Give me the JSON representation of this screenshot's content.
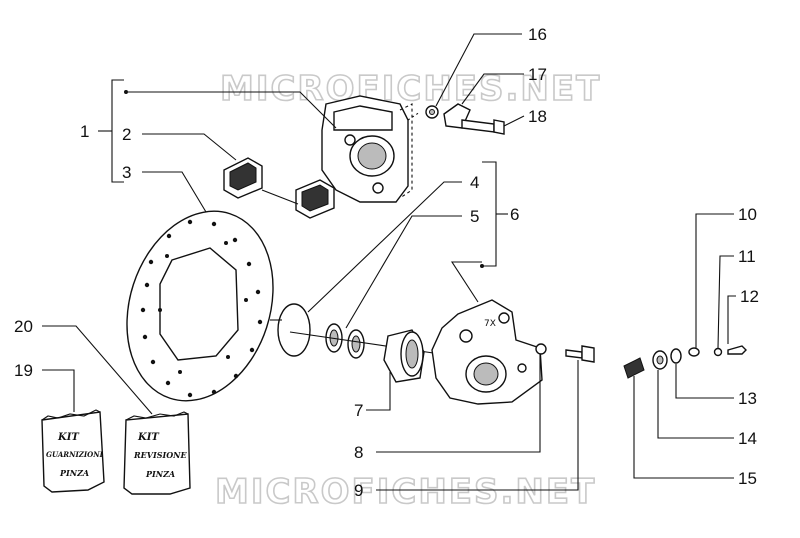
{
  "watermarks": [
    "MICROFICHES.NET",
    "MICROFICHES.NET"
  ],
  "callouts": [
    "1",
    "2",
    "3",
    "4",
    "5",
    "6",
    "7",
    "8",
    "9",
    "10",
    "11",
    "12",
    "13",
    "14",
    "15",
    "16",
    "17",
    "18",
    "19",
    "20"
  ],
  "kits": [
    {
      "line1": "KIT",
      "line2": "GUARNIZIONI",
      "line3": "PINZA"
    },
    {
      "line1": "KIT",
      "line2": "REVISIONE",
      "line3": "PINZA"
    }
  ]
}
